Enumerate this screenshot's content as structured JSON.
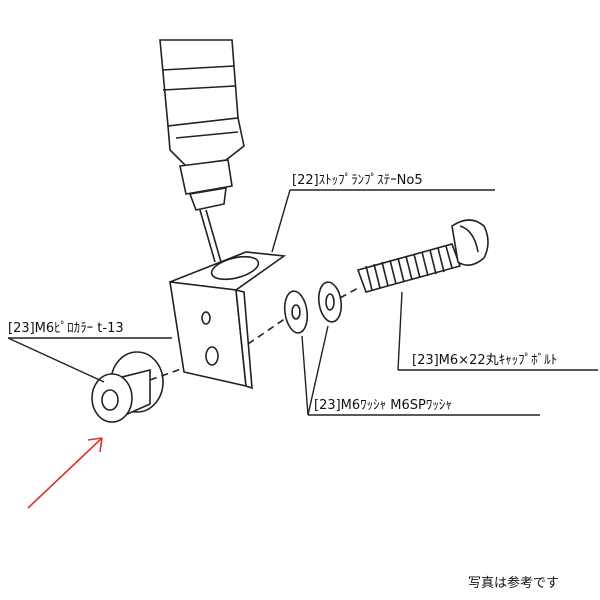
{
  "labels": {
    "stop_lamp_stay": "[22]ｽﾄｯﾌﾟﾗﾝﾌﾟｽﾃｰNo5",
    "pillow_collar": "[23]M6ﾋﾟﾛｶﾗｰ t-13",
    "cap_bolt": "[23]M6×22丸ｷｬｯﾌﾟﾎﾞﾙﾄ",
    "washers": "[23]M6ﾜｯｼｬ M6SPﾜｯｼｬ"
  },
  "note": "写真は参考です",
  "colors": {
    "arrow": "#e03030",
    "ink": "#222222"
  }
}
